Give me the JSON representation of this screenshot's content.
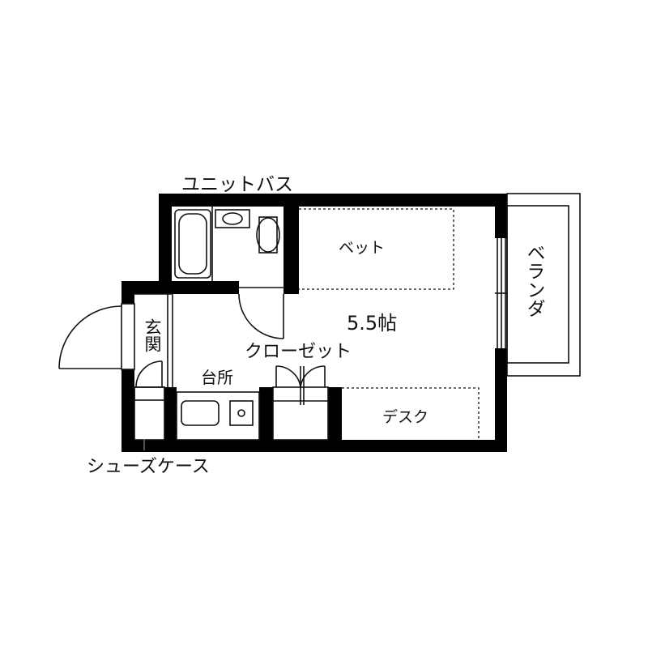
{
  "floorplan": {
    "labels": {
      "unit_bath": "ユニットバス",
      "bed": "ベット",
      "veranda": "ベランダ",
      "room_size": "5.5帖",
      "entrance": "玄関",
      "closet": "クローゼット",
      "kitchen": "台所",
      "desk": "デスク",
      "shoe_case": "シューズケース"
    },
    "colors": {
      "wall": "#000000",
      "line": "#111111",
      "background": "#ffffff"
    }
  }
}
